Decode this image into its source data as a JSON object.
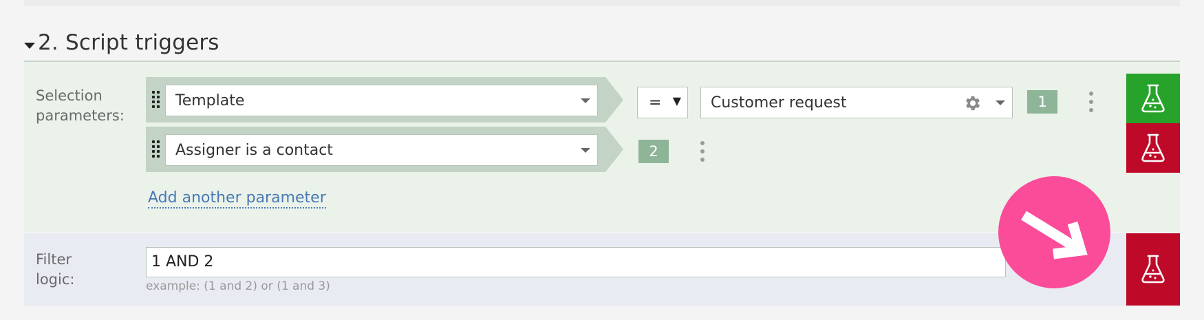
{
  "section": {
    "title": "2. Script triggers"
  },
  "selection": {
    "label_line1": "Selection",
    "label_line2": "parameters:",
    "rows": [
      {
        "number": "1",
        "field": "Template",
        "operator": "=",
        "value": "Customer request"
      },
      {
        "number": "2",
        "field": "Assigner is a contact"
      }
    ],
    "add_link": "Add another parameter"
  },
  "filter": {
    "label_line1": "Filter",
    "label_line2": "logic:",
    "value": "1 AND 2",
    "hint": "example: (1 and 2) or (1 and 3)"
  },
  "colors": {
    "panel_green": "#eaf2ea",
    "panel_blue": "#e8ebf2",
    "row_ribbon": "#c3d3c6",
    "badge": "#8fb598",
    "test_green": "#27a32b",
    "test_red": "#be0a28",
    "link": "#4a79b5",
    "pink_overlay": "#fb4c9a"
  },
  "icons": {
    "flask": "flask-icon",
    "gear": "gear-icon",
    "kebab": "kebab-menu-icon",
    "drag": "drag-handle-icon",
    "arrow": "arrow-down-right-icon"
  }
}
